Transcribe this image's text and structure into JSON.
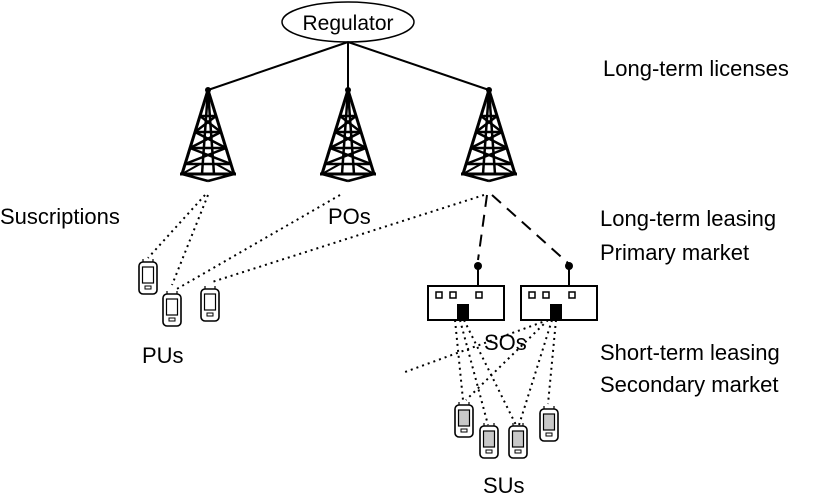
{
  "labels": {
    "regulator": "Regulator",
    "long_term_licenses": "Long-term licenses",
    "suscriptions": "Suscriptions",
    "pos": "POs",
    "long_term_leasing": "Long-term leasing",
    "primary_market": "Primary market",
    "pus": "PUs",
    "sos": "SOs",
    "short_term_leasing": "Short-term leasing",
    "secondary_market": "Secondary market",
    "sus": "SUs"
  },
  "entities": {
    "towers": [
      "po-tower-1",
      "po-tower-2",
      "po-tower-3"
    ],
    "so_buildings": [
      "so-building-1",
      "so-building-2"
    ],
    "primary_user_phones": [
      "pu-phone-1",
      "pu-phone-2",
      "pu-phone-3"
    ],
    "secondary_user_phones": [
      "su-phone-1",
      "su-phone-2",
      "su-phone-3",
      "su-phone-4"
    ]
  },
  "colors": {
    "stroke": "#000000",
    "background": "#ffffff",
    "su_phone_fill": "#c8c8c8",
    "pu_phone_fill": "#ffffff"
  }
}
